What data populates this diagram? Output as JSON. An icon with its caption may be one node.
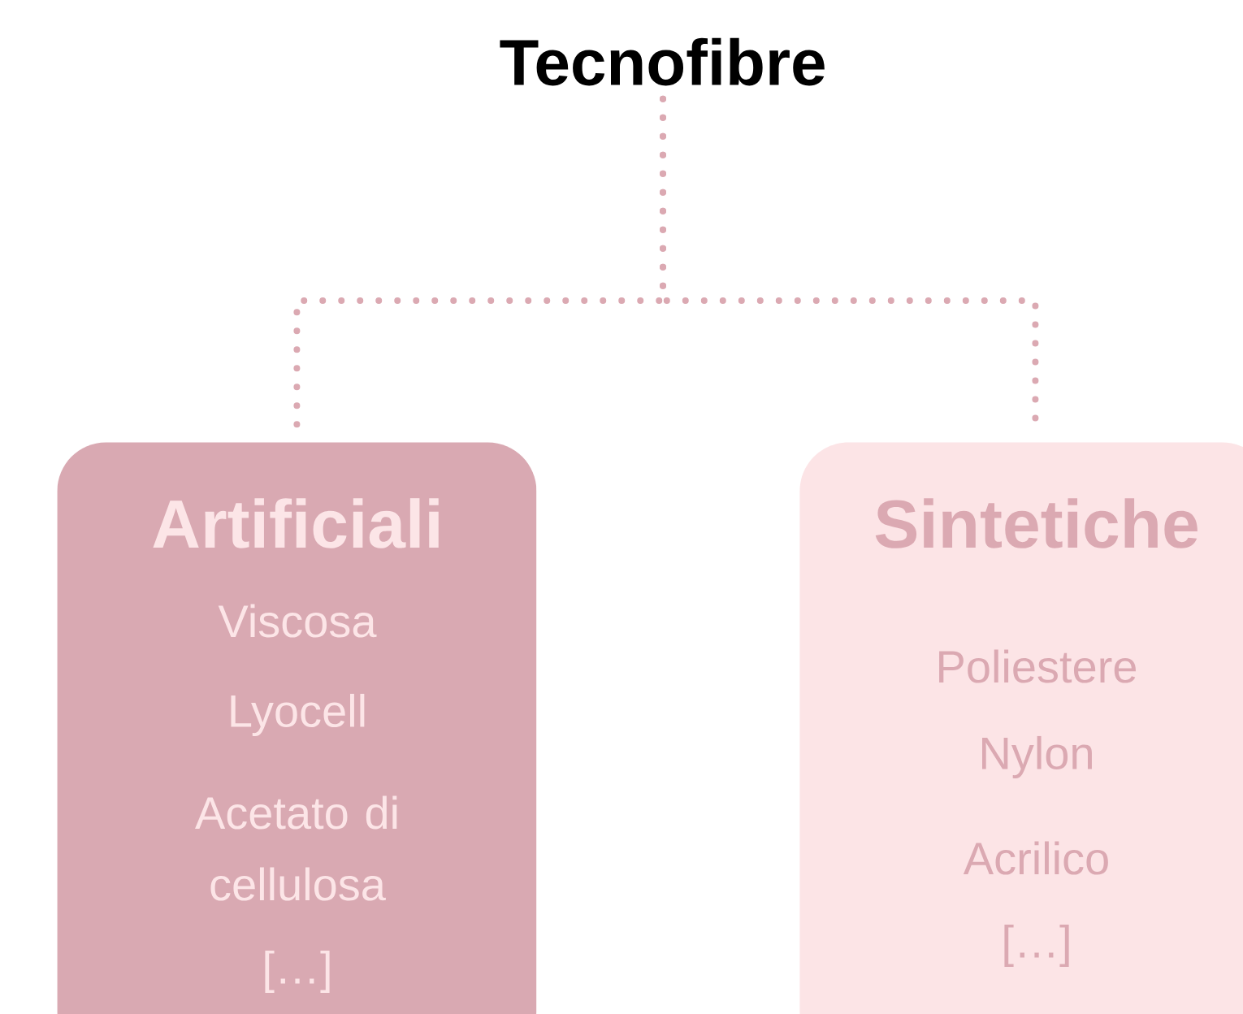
{
  "diagram": {
    "nodes": [
      {
        "text": [
          "Tecnofibre"
        ]
      },
      {
        "text": [
          "Artificiali",
          "Viscosa",
          "Lyocell",
          "Acetato di cellulosa",
          "[…]"
        ]
      },
      {
        "text": [
          "Sintetiche",
          "Poliestere",
          "Nylon",
          "Acrilico",
          "[…]"
        ]
      }
    ],
    "edges": [
      {
        "from": 0,
        "to": 1,
        "arrow": "none"
      },
      {
        "from": 0,
        "to": 2,
        "arrow": "none"
      }
    ]
  }
}
